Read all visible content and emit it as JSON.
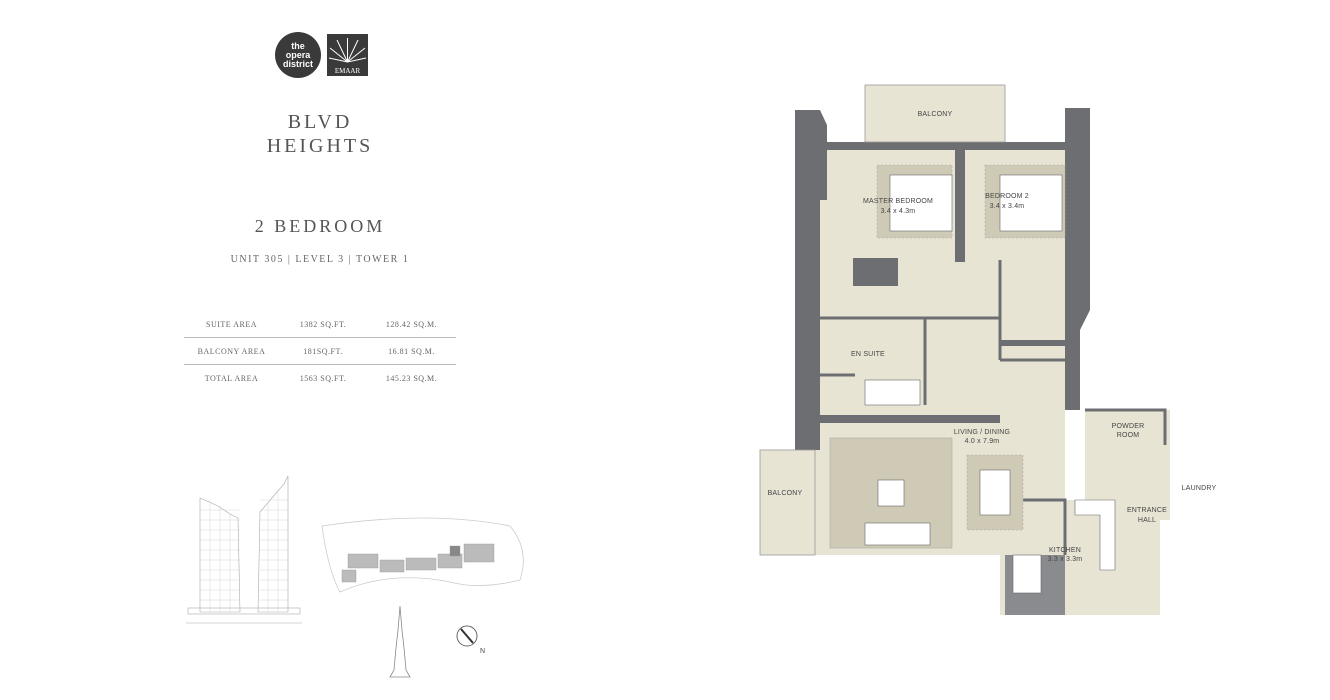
{
  "logos": {
    "opera_lines": [
      "the",
      "opera",
      "district"
    ],
    "emaar_text": "EMAAR"
  },
  "project": {
    "title_line1": "BLVD",
    "title_line2": "HEIGHTS"
  },
  "unit": {
    "type": "2 BEDROOM",
    "details": "UNIT 305 | LEVEL 3 | TOWER 1"
  },
  "areas": [
    {
      "label": "SUITE AREA",
      "sqft": "1382 SQ.FT.",
      "sqm": "128.42 SQ.M."
    },
    {
      "label": "BALCONY AREA",
      "sqft": "181SQ.FT.",
      "sqm": "16.81 SQ.M."
    },
    {
      "label": "TOTAL AREA",
      "sqft": "1563 SQ.FT.",
      "sqm": "145.23 SQ.M."
    }
  ],
  "rooms": {
    "balcony_top": "BALCONY",
    "master_bedroom": "MASTER BEDROOM",
    "master_bedroom_size": "3.4 x 4.3m",
    "bedroom2": "BEDROOM 2",
    "bedroom2_size": "3.4 x 3.4m",
    "en_suite": "EN SUITE",
    "living_dining": "LIVING / DINING",
    "living_dining_size": "4.0 x 7.9m",
    "powder_room_1": "POWDER",
    "powder_room_2": "ROOM",
    "laundry": "LAUNDRY",
    "balcony_left": "BALCONY",
    "entrance_1": "ENTRANCE",
    "entrance_2": "HALL",
    "kitchen": "KITCHEN",
    "kitchen_size": "3.3 x 3.3m"
  },
  "compass": {
    "north_label": "N"
  },
  "colors": {
    "wall": "#6d6e71",
    "floor": "#e8e4d4",
    "furniture_zone": "#cfcab6",
    "line": "#555555"
  }
}
